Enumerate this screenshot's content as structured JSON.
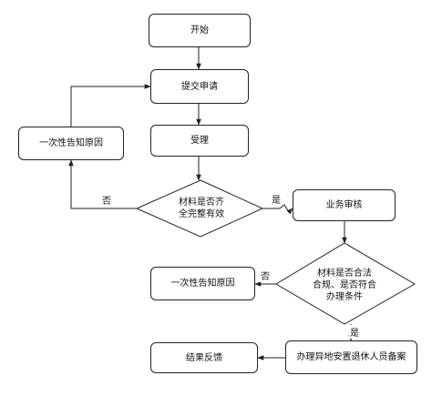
{
  "nodes": {
    "start": "开始",
    "submit": "提交申请",
    "accept": "受理",
    "notify_left": "一次性告知原因",
    "check_materials": "材料是否齐\n全完整有效",
    "business_review": "业务审核",
    "check_compliance": "材料是否合法\n合规、是否符合\n办理条件",
    "notify_bottom": "一次性告知原因",
    "process": "办理异地安置退休人员备案",
    "feedback": "结果反馈"
  },
  "edge_labels": {
    "materials_no": "否",
    "materials_yes": "是",
    "compliance_no": "否",
    "compliance_yes": "是"
  },
  "colors": {
    "stroke": "#222222",
    "text": "#111111",
    "background": "#ffffff"
  }
}
